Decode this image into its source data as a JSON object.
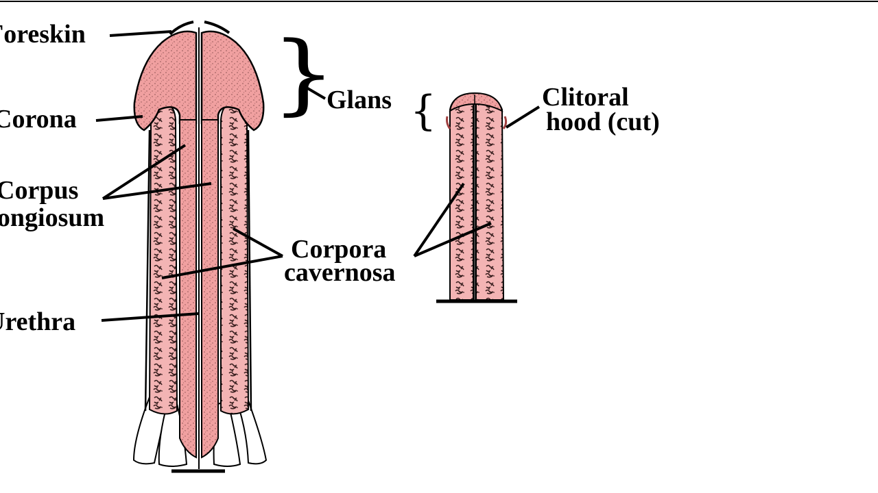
{
  "colors": {
    "pink_fill": "#f0a0a0",
    "stipple": "#7a4040",
    "outline": "#000000",
    "background": "#ffffff"
  },
  "labels": {
    "foreskin": "Foreskin",
    "corona": "Corona",
    "corpus_line1": "Corpus",
    "corpus_line2": "spongiosum",
    "urethra": "Urethra",
    "glans": "Glans",
    "corpora_line1": "Corpora",
    "corpora_line2": "cavernosa",
    "clitoral_line1": "Clitoral",
    "clitoral_line2": "hood (cut)"
  },
  "braces": {
    "large": "}",
    "small": "{"
  }
}
